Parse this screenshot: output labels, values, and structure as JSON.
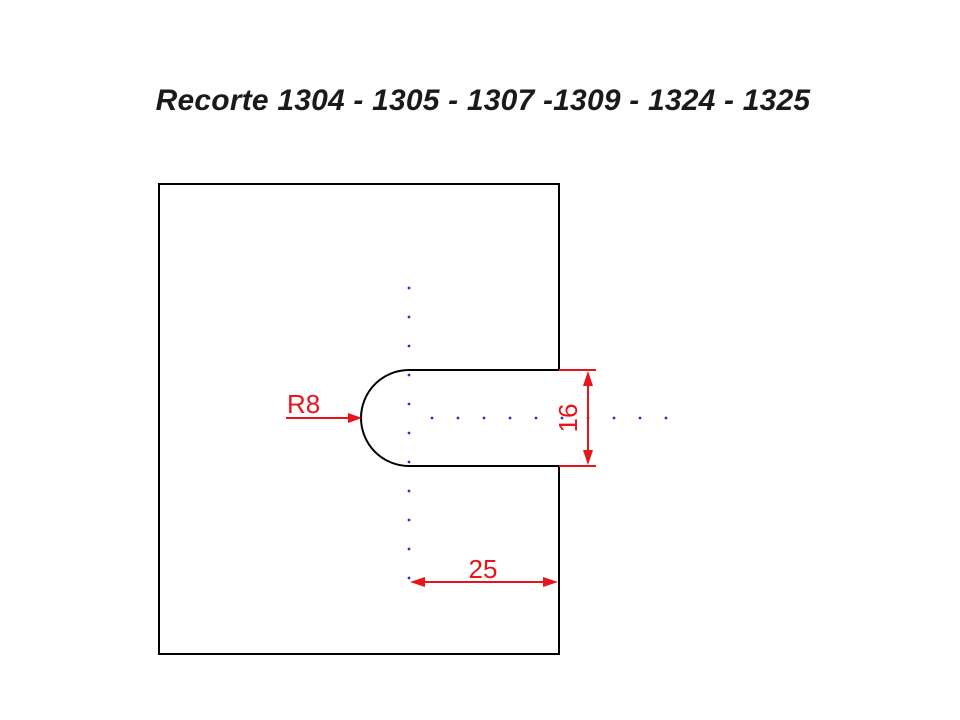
{
  "title": "Recorte 1304 - 1305 - 1307 -1309 - 1324 - 1325",
  "dimensions": {
    "radius_label": "R8",
    "slot_width_label": "16",
    "slot_depth_label": "25"
  },
  "colors": {
    "outline": "#000000",
    "dimension": "#e8141c",
    "centerline": "#2233cc"
  }
}
